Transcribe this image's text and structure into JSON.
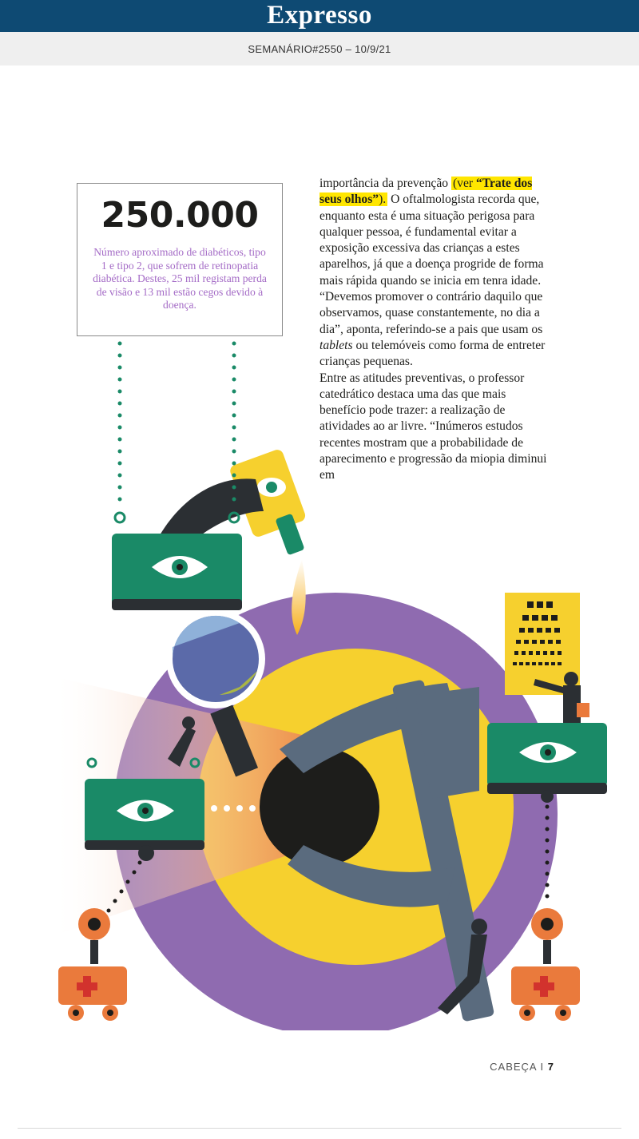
{
  "header": {
    "brand": "Expresso",
    "issue": "SEMANÁRIO#2550 – 10/9/21"
  },
  "stat": {
    "number": "250.000",
    "description": "Número aproximado de diabéticos, tipo 1 e tipo 2, que sofrem de retinopatia diabética. Destes, 25 mil registam perda de visão e 13 mil estão cegos devido à doença."
  },
  "article": {
    "p1_before": "importância da prevenção ",
    "p1_ref_prefix": "(ver ",
    "p1_ref_title": "“Trate dos seus olhos”",
    "p1_ref_suffix": ").",
    "p1_after": " O oftalmologista recorda que, enquanto esta é uma situação perigosa para qualquer pessoa, é fundamental evitar a exposição excessiva das crianças a estes aparelhos, já que a doença progride de forma mais rápida quando se inicia em tenra idade. “Devemos promover o contrário daquilo que observamos, quase constantemente, no dia a dia”, aponta, referindo-se a pais que usam os ",
    "p1_italic": "tablets",
    "p1_end": " ou telemóveis como forma de entreter crianças pequenas.",
    "p2": "Entre as atitudes preventivas, o professor catedrático destaca uma das que mais benefício pode trazer: a realização de atividades ao ar livre. “Inúmeros estudos recentes mostram que a probabilidade de aparecimento e progressão da miopia diminui em"
  },
  "footer": {
    "section": "CABEÇA",
    "separator": "I",
    "page": "7"
  },
  "colors": {
    "navy": "#0e4a73",
    "green": "#1a8a67",
    "yellow": "#f6d02e",
    "orange": "#ea7a3c",
    "purple": "#8f6bb0",
    "dark": "#2b2f33",
    "highlight": "#ffe600"
  }
}
